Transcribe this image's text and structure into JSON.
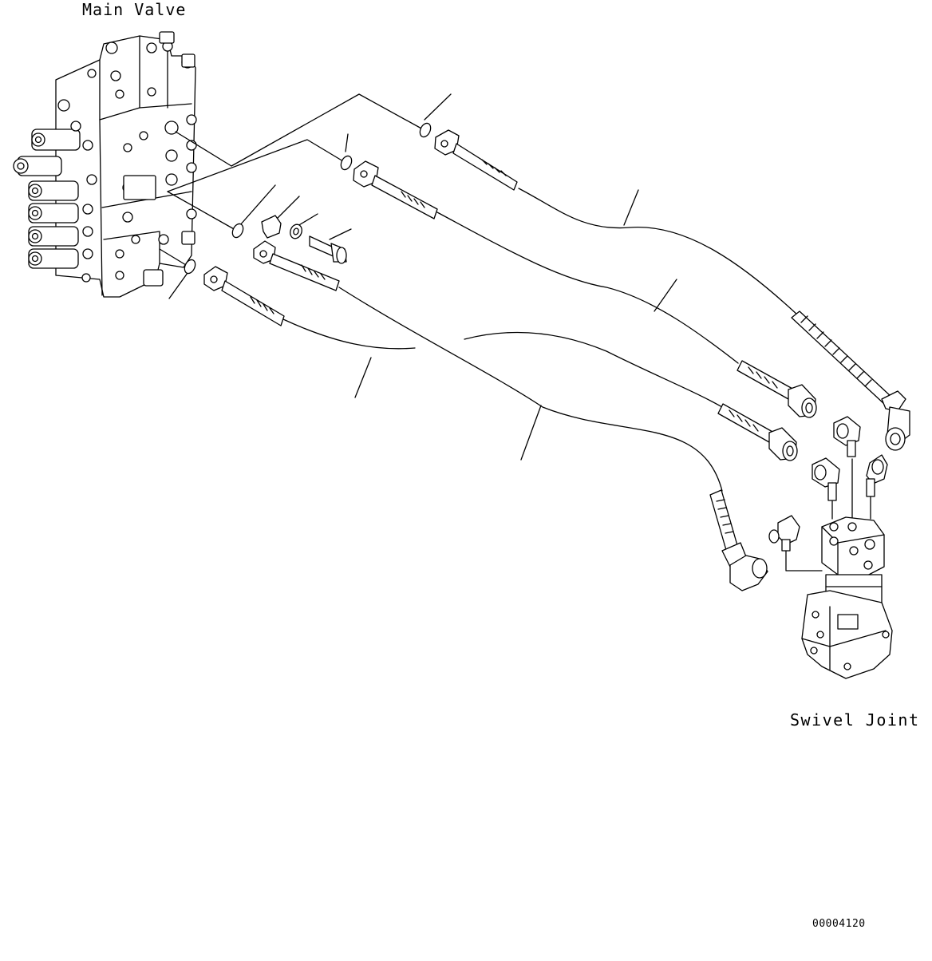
{
  "labels": {
    "main_valve": "Main Valve",
    "swivel_joint": "Swivel Joint",
    "drawing_code": "00004120"
  }
}
